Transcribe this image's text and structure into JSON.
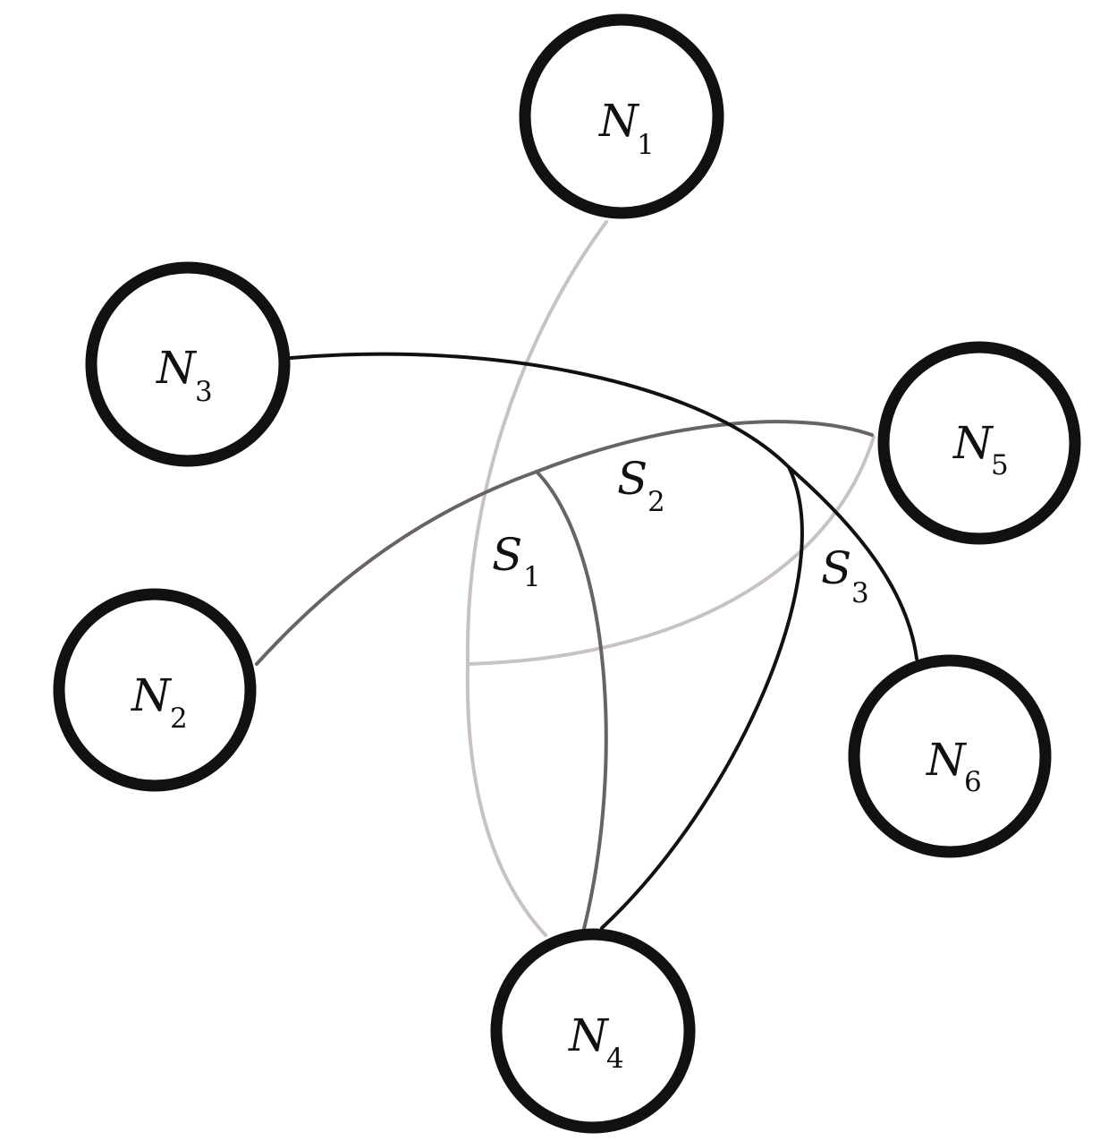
{
  "colors": {
    "light": "#c9c2bf",
    "medium": "#6b6263",
    "dark": "#111111",
    "node_stroke": "#111111"
  },
  "nodes": [
    {
      "id": "N1",
      "letter": "N",
      "sub": "1"
    },
    {
      "id": "N2",
      "letter": "N",
      "sub": "2"
    },
    {
      "id": "N3",
      "letter": "N",
      "sub": "3"
    },
    {
      "id": "N4",
      "letter": "N",
      "sub": "4"
    },
    {
      "id": "N5",
      "letter": "N",
      "sub": "5"
    },
    {
      "id": "N6",
      "letter": "N",
      "sub": "6"
    }
  ],
  "hyperedges": [
    {
      "id": "S1",
      "letter": "S",
      "sub": "1",
      "color": "#c9c2bf",
      "members": [
        "N1",
        "N4",
        "N5"
      ]
    },
    {
      "id": "S2",
      "letter": "S",
      "sub": "2",
      "color": "#6b6263",
      "members": [
        "N2",
        "N4",
        "N5"
      ]
    },
    {
      "id": "S3",
      "letter": "S",
      "sub": "3",
      "color": "#111111",
      "members": [
        "N3",
        "N4",
        "N6"
      ]
    }
  ]
}
